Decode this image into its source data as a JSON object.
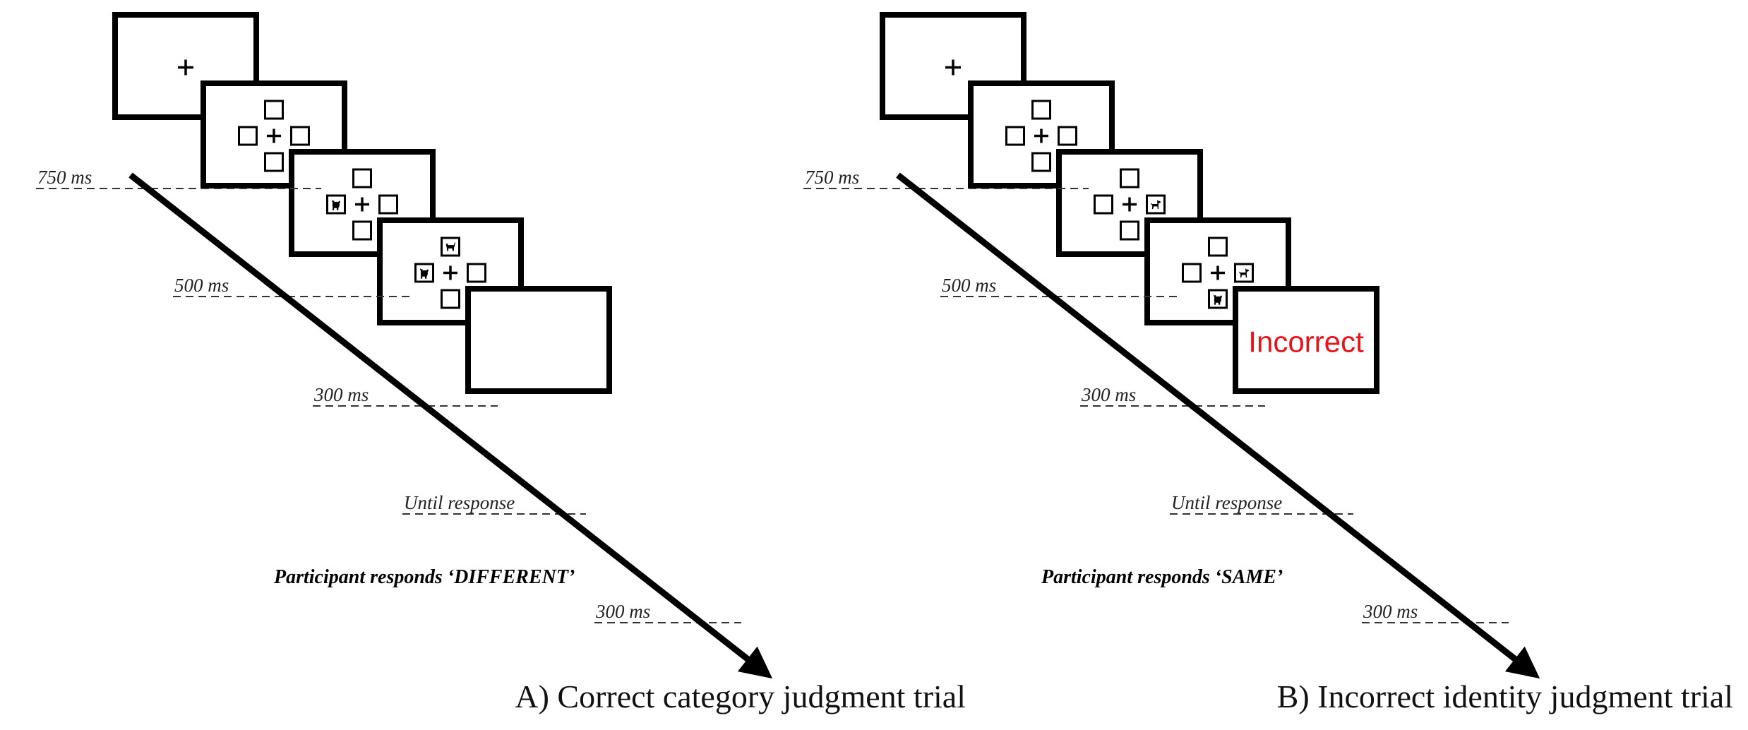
{
  "panels": [
    {
      "id": "A",
      "caption": "A) Correct category judgment trial",
      "durations": [
        "750 ms",
        "500 ms",
        "300 ms",
        "Until response",
        "300 ms"
      ],
      "response_text": "Participant responds ‘DIFFERENT’",
      "feedback_text": "",
      "screens": [
        {
          "type": "fixation"
        },
        {
          "type": "array",
          "top": "empty",
          "left": "empty",
          "right": "empty",
          "bottom": "empty"
        },
        {
          "type": "array",
          "top": "empty",
          "left": "dog-icon",
          "right": "empty",
          "bottom": "empty"
        },
        {
          "type": "array",
          "top": "cat-icon",
          "left": "dog-icon",
          "right": "empty",
          "bottom": "empty"
        },
        {
          "type": "feedback"
        }
      ]
    },
    {
      "id": "B",
      "caption": "B) Incorrect identity judgment trial",
      "durations": [
        "750 ms",
        "500 ms",
        "300 ms",
        "Until response",
        "300 ms"
      ],
      "response_text": "Participant responds ‘SAME’",
      "feedback_text": "Incorrect",
      "feedback_color": "#e8141b",
      "screens": [
        {
          "type": "fixation"
        },
        {
          "type": "array",
          "top": "empty",
          "left": "empty",
          "right": "empty",
          "bottom": "empty"
        },
        {
          "type": "array",
          "top": "empty",
          "left": "empty",
          "right": "dog-standing-icon",
          "bottom": "empty"
        },
        {
          "type": "array",
          "top": "empty",
          "left": "empty",
          "right": "dog-standing-icon",
          "bottom": "dog-icon"
        },
        {
          "type": "feedback"
        }
      ]
    }
  ]
}
